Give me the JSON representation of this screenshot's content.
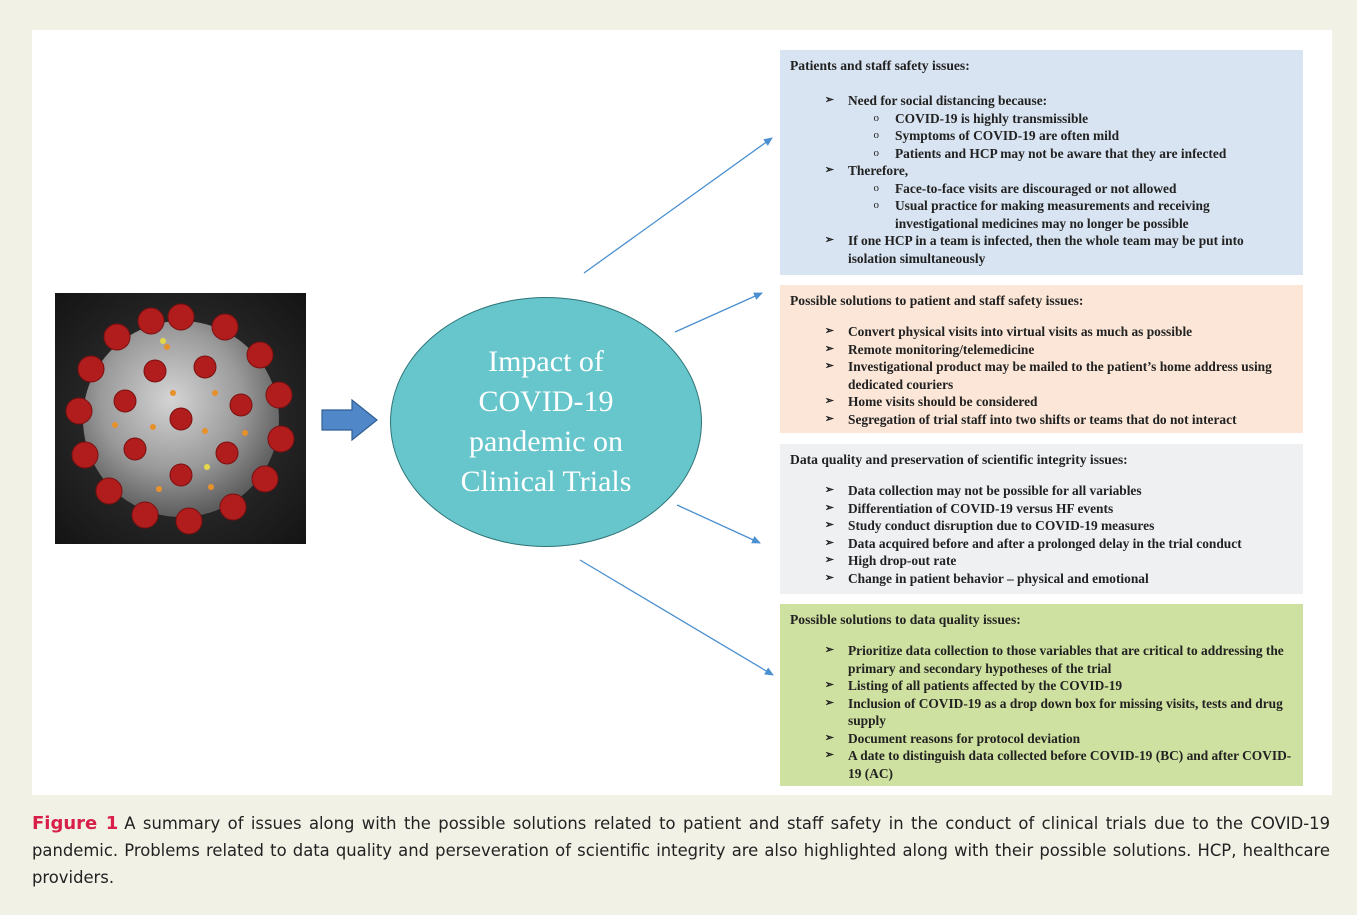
{
  "hub": {
    "label": "Impact of COVID-19 pandemic on Clinical Trials"
  },
  "boxes": [
    {
      "title": "Patients and staff safety issues:",
      "color": "#d8e4f1",
      "items": [
        {
          "text": "Need for social distancing because:",
          "subitems": [
            "COVID-19 is highly transmissible",
            "Symptoms of COVID-19 are often mild",
            "Patients and HCP may not be aware that they are infected"
          ]
        },
        {
          "text": "Therefore,",
          "subitems": [
            "Face-to-face visits are discouraged or not allowed",
            "Usual practice for making measurements and receiving investigational medicines may no longer be possible"
          ]
        },
        {
          "text": "If one HCP in a team is infected, then the whole team may be put into isolation simultaneously",
          "subitems": []
        }
      ]
    },
    {
      "title": "Possible solutions to patient and staff safety issues:",
      "color": "#fbe6d7",
      "items": [
        {
          "text": "Convert physical visits into virtual visits as much as possible",
          "subitems": []
        },
        {
          "text": "Remote monitoring/telemedicine",
          "subitems": []
        },
        {
          "text": "Investigational product may be mailed to the patient’s home address using dedicated couriers",
          "subitems": []
        },
        {
          "text": "Home visits should be considered",
          "subitems": []
        },
        {
          "text": "Segregation of trial staff into two shifts or teams that do not interact",
          "subitems": []
        }
      ]
    },
    {
      "title": "Data quality and preservation of scientific integrity issues:",
      "color": "#eef0f2",
      "items": [
        {
          "text": "Data collection may not be possible for all variables",
          "subitems": []
        },
        {
          "text": "Differentiation of COVID-19 versus HF events",
          "subitems": []
        },
        {
          "text": "Study conduct disruption due to COVID-19 measures",
          "subitems": []
        },
        {
          "text": "Data acquired before and after a prolonged delay in the trial conduct",
          "subitems": []
        },
        {
          "text": "High drop-out rate",
          "subitems": []
        },
        {
          "text": "Change in patient behavior – physical and emotional",
          "subitems": []
        }
      ]
    },
    {
      "title": "Possible solutions to data quality issues:",
      "color": "#cfe1a0",
      "items": [
        {
          "text": "Prioritize data collection to those variables that are critical to addressing the primary and secondary hypotheses of the trial",
          "subitems": []
        },
        {
          "text": "Listing of all patients affected by the COVID-19",
          "subitems": []
        },
        {
          "text": "Inclusion of COVID-19 as a drop down box for missing visits, tests and drug supply",
          "subitems": []
        },
        {
          "text": "Document reasons for protocol deviation",
          "subitems": []
        },
        {
          "text": "A date to distinguish data collected before COVID-19 (BC) and after COVID-19 (AC)",
          "subitems": []
        }
      ]
    }
  ],
  "bullets": {
    "main": "➢",
    "sub": "o"
  },
  "caption": {
    "label": "Figure 1",
    "text": "A summary of issues along with the possible solutions related to patient and staff safety in the conduct of clinical trials due to the COVID-19 pandemic. Problems related to data quality and perseveration of scientific integrity are also highlighted along with their possible solutions. HCP, healthcare providers."
  },
  "colors": {
    "hub": "#66c6cb",
    "arrow": "#4a8fd0",
    "caption_label": "#d81f4a"
  }
}
